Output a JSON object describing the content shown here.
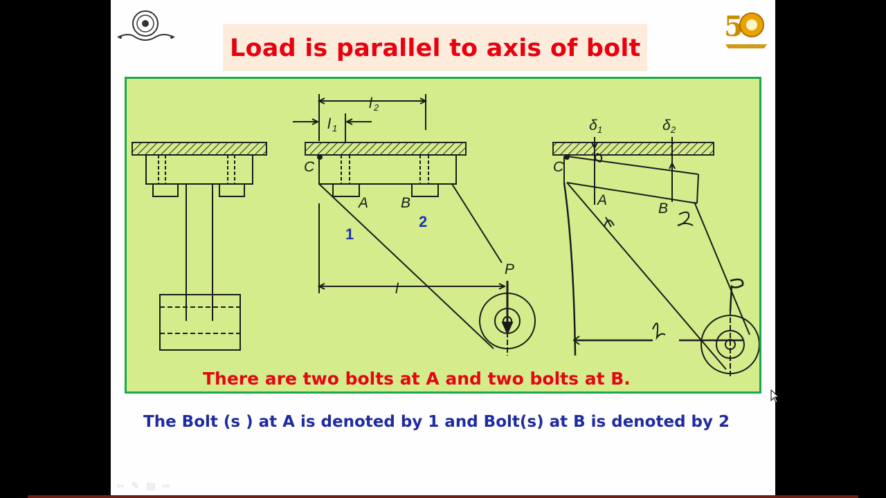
{
  "slide": {
    "title": "Load is parallel to axis of bolt",
    "caption": "There are two bolts at A and two bolts at B.",
    "footnote": "The Bolt (s ) at  A is denoted by 1 and Bolt(s) at  B is denoted by 2"
  },
  "diagram": {
    "labels": {
      "c": "C",
      "a": "A",
      "b": "B",
      "p": "P",
      "l": "l",
      "l1": "l",
      "l1_sub": "1",
      "l2": "l",
      "l2_sub": "2",
      "bolt1": "1",
      "bolt2": "2",
      "delta1": "δ",
      "delta1_sub": "1",
      "delta2": "δ",
      "delta2_sub": "2",
      "c_right": "C",
      "a_right": "A",
      "b_right": "B"
    }
  },
  "colors": {
    "title": "#e8000f",
    "caption": "#e30613",
    "footnote": "#1f2ba0",
    "figure_bg": "#d4ec8c",
    "figure_border": "#1aa84a",
    "bolt_number": "#1a35b5"
  },
  "icons": [
    "university-seal-icon",
    "golden-jubilee-logo-icon",
    "mouse-pointer-icon",
    "nav-back-icon",
    "pen-icon",
    "menu-icon",
    "nav-forward-icon"
  ]
}
